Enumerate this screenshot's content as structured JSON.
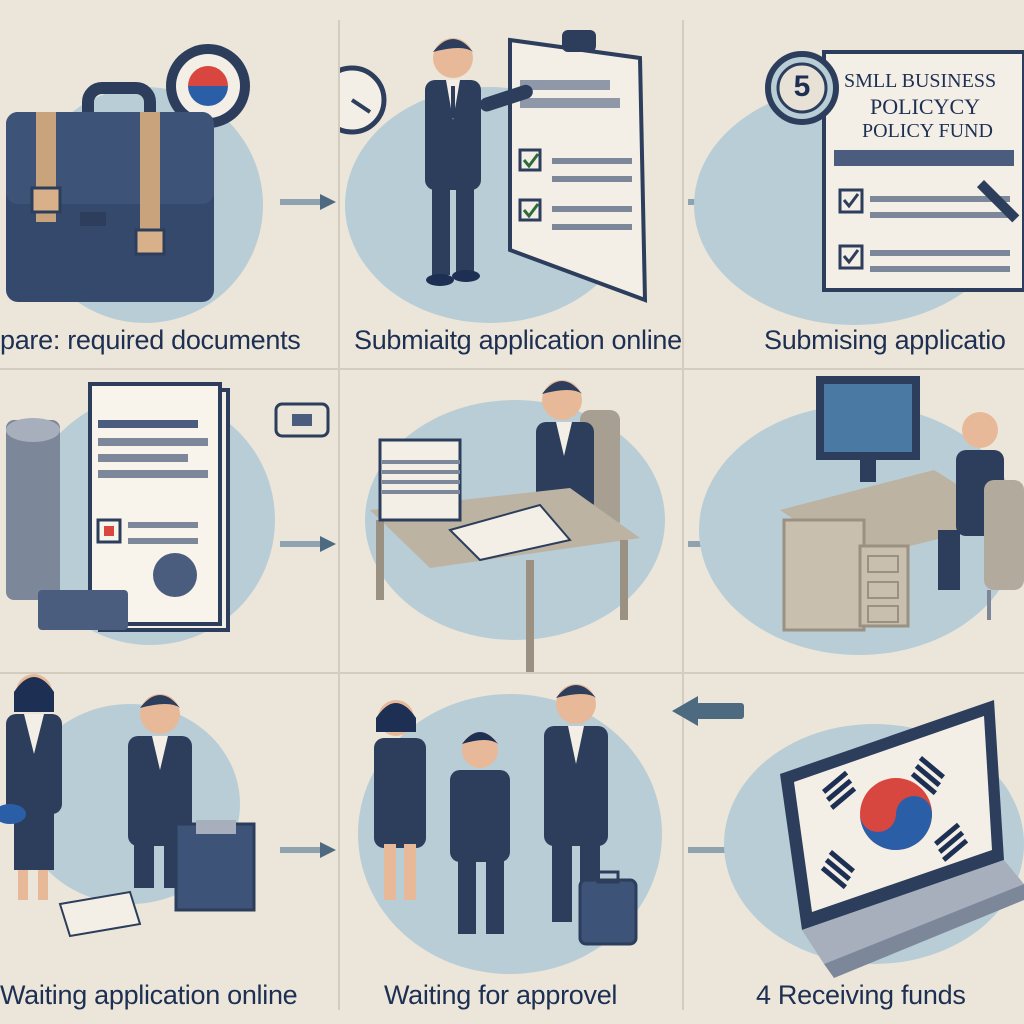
{
  "panels": [
    {
      "caption": "pare: required documents"
    },
    {
      "caption": "Submiaitg application online"
    },
    {
      "caption": "Submising applicatio"
    },
    {
      "caption": ""
    },
    {
      "caption": ""
    },
    {
      "caption": ""
    },
    {
      "caption": "Waiting application online"
    },
    {
      "caption": "Waiting for approvel"
    },
    {
      "caption": "4 Receiving funds"
    }
  ],
  "sign": {
    "number": "5",
    "line1": "SMLL BUSINESS",
    "line2": "POLICYCY",
    "line3": "POLICY FUND"
  },
  "colors": {
    "background": "#ece6da",
    "circle": "#b9cdd6",
    "navy": "#2c3e5c",
    "text": "#1d2f52",
    "accent_red": "#d8473f",
    "accent_blue": "#2a5fa8"
  }
}
